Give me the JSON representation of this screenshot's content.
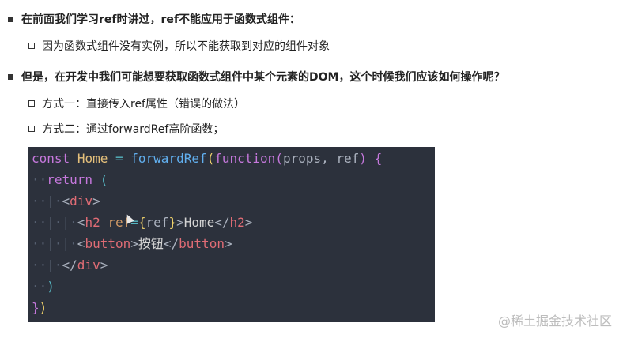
{
  "bullets": {
    "b1": "在前面我们学习ref时讲过，ref不能应用于函数式组件：",
    "b1_1": "因为函数式组件没有实例，所以不能获取到对应的组件对象",
    "b2": "但是，在开发中我们可能想要获取函数式组件中某个元素的DOM，这个时候我们应该如何操作呢？",
    "b2_1": "方式一：直接传入ref属性（错误的做法）",
    "b2_2": "方式二：通过forwardRef高阶函数；"
  },
  "code": {
    "l1_const": "const",
    "l1_home": "Home",
    "l1_eq": "=",
    "l1_fwd": "forwardRef",
    "l1_p1": "(",
    "l1_function": "function",
    "l1_p2": "(",
    "l1_props": "props",
    "l1_comma": ", ",
    "l1_ref": "ref",
    "l1_p3": ")",
    "l1_brace": "{",
    "l2_return": "return",
    "l2_paren": "(",
    "l3_open": "<",
    "l3_div": "div",
    "l3_close": ">",
    "l4_open": "<",
    "l4_h2": "h2",
    "l4_attr": "ref",
    "l4_eq": "=",
    "l4_lb": "{",
    "l4_val": "ref",
    "l4_rb": "}",
    "l4_gt": ">",
    "l4_text": "Home",
    "l4_endopen": "</",
    "l4_endtag": "h2",
    "l4_endgt": ">",
    "l5_open": "<",
    "l5_button": "button",
    "l5_gt": ">",
    "l5_text": "按钮",
    "l5_endopen": "</",
    "l5_endtag": "button",
    "l5_endgt": ">",
    "l6_open": "</",
    "l6_div": "div",
    "l6_gt": ">",
    "l7_paren": ")",
    "l8_brace": "}",
    "l8_paren": ")"
  },
  "watermark": "@稀土掘金技术社区",
  "colors": {
    "code_bg": "#2c313c",
    "keyword": "#c678dd",
    "variable": "#e5c07b",
    "function": "#61afef",
    "tag": "#e06c75"
  }
}
